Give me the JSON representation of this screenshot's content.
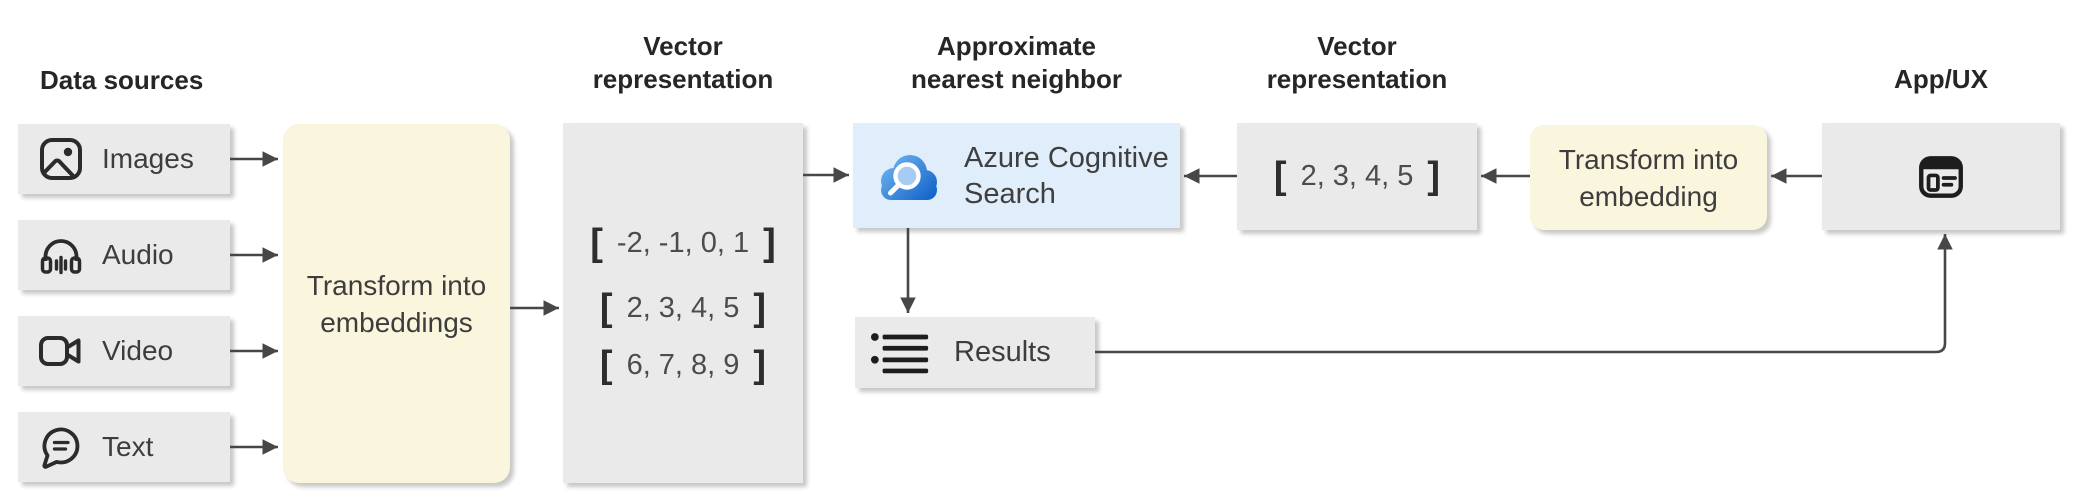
{
  "headers": {
    "data_sources": "Data sources",
    "vector_left": {
      "line1": "Vector",
      "line2": "representation"
    },
    "ann": {
      "line1": "Approximate",
      "line2": "nearest neighbor"
    },
    "vector_right": {
      "line1": "Vector",
      "line2": "representation"
    },
    "app_ux": "App/UX"
  },
  "sources": [
    {
      "label": "Images",
      "icon": "image-icon"
    },
    {
      "label": "Audio",
      "icon": "audio-icon"
    },
    {
      "label": "Video",
      "icon": "video-icon"
    },
    {
      "label": "Text",
      "icon": "text-icon"
    }
  ],
  "transform_left": {
    "line1": "Transform into",
    "line2": "embeddings"
  },
  "transform_right": {
    "line1": "Transform into",
    "line2": "embedding"
  },
  "vector_box_left": {
    "bracket_open": "[",
    "bracket_close": "]",
    "rows": [
      "-2, -1, 0, 1",
      "2, 3, 4, 5",
      "6, 7, 8, 9"
    ]
  },
  "vector_box_right": {
    "bracket_open": "[",
    "bracket_close": "]",
    "value": "2, 3, 4, 5"
  },
  "azure_search": {
    "line1": "Azure Cognitive",
    "line2": "Search",
    "icon": "azure-cognitive-search-cloud-icon"
  },
  "results": {
    "label": "Results",
    "icon": "list-icon"
  },
  "app_ux_box": {
    "icon": "browser-window-icon"
  },
  "colors": {
    "box_gray": "#eaeaea",
    "box_yellow": "#faf5dd",
    "box_blue": "#e0edfa",
    "arrow": "#474747",
    "cloud_blue_start": "#72b5f0",
    "cloud_blue_end": "#0f62c8",
    "lens_blue": "#a6cbf4",
    "header_text": "#262626",
    "body_text": "#3d3d3d"
  }
}
